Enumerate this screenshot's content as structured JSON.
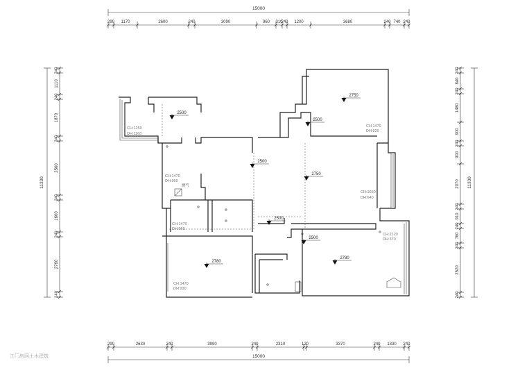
{
  "dimensions": {
    "top_total": "15000",
    "top_segments": [
      "290",
      "1170",
      "2600",
      "240",
      "3090",
      "960",
      "310",
      "240",
      "1200",
      "3680",
      "240",
      "740",
      "240"
    ],
    "bottom_total": "15000",
    "bottom_segments": [
      "290",
      "2630",
      "240",
      "3990",
      "240",
      "2310",
      "120",
      "3370",
      "240",
      "1330",
      "240"
    ],
    "left_total": "11330",
    "left_segments": [
      "240",
      "1110",
      "240",
      "1870",
      "240",
      "2560",
      "240",
      "1600",
      "240",
      "2760",
      "240"
    ],
    "right_total": "11330",
    "right_segments": [
      "240",
      "840",
      "240",
      "1480",
      "900",
      "240",
      "900",
      "2070",
      "240",
      "910",
      "240",
      "760",
      "240",
      "2520",
      "240"
    ]
  },
  "ceiling_levels": [
    "2500",
    "2750",
    "2500",
    "2500",
    "2750",
    "2500",
    "2500",
    "2780",
    "2780"
  ],
  "windows": [
    {
      "ch": "CH:1250",
      "dh": "DH:1160"
    },
    {
      "ch": "CH:1470",
      "dh": "DH:920"
    },
    {
      "ch": "CH:1470",
      "dh": "DH:960"
    },
    {
      "ch": "CH:1650",
      "dh": "DH:640"
    },
    {
      "ch": "CH:1470",
      "dh": "DH:960"
    },
    {
      "ch": "CH:2120",
      "dh": "DH:370"
    },
    {
      "ch": "CH:1470",
      "dh": "DH:930"
    }
  ],
  "room_note": "燃气",
  "watermark": "江门房网土木建筑"
}
